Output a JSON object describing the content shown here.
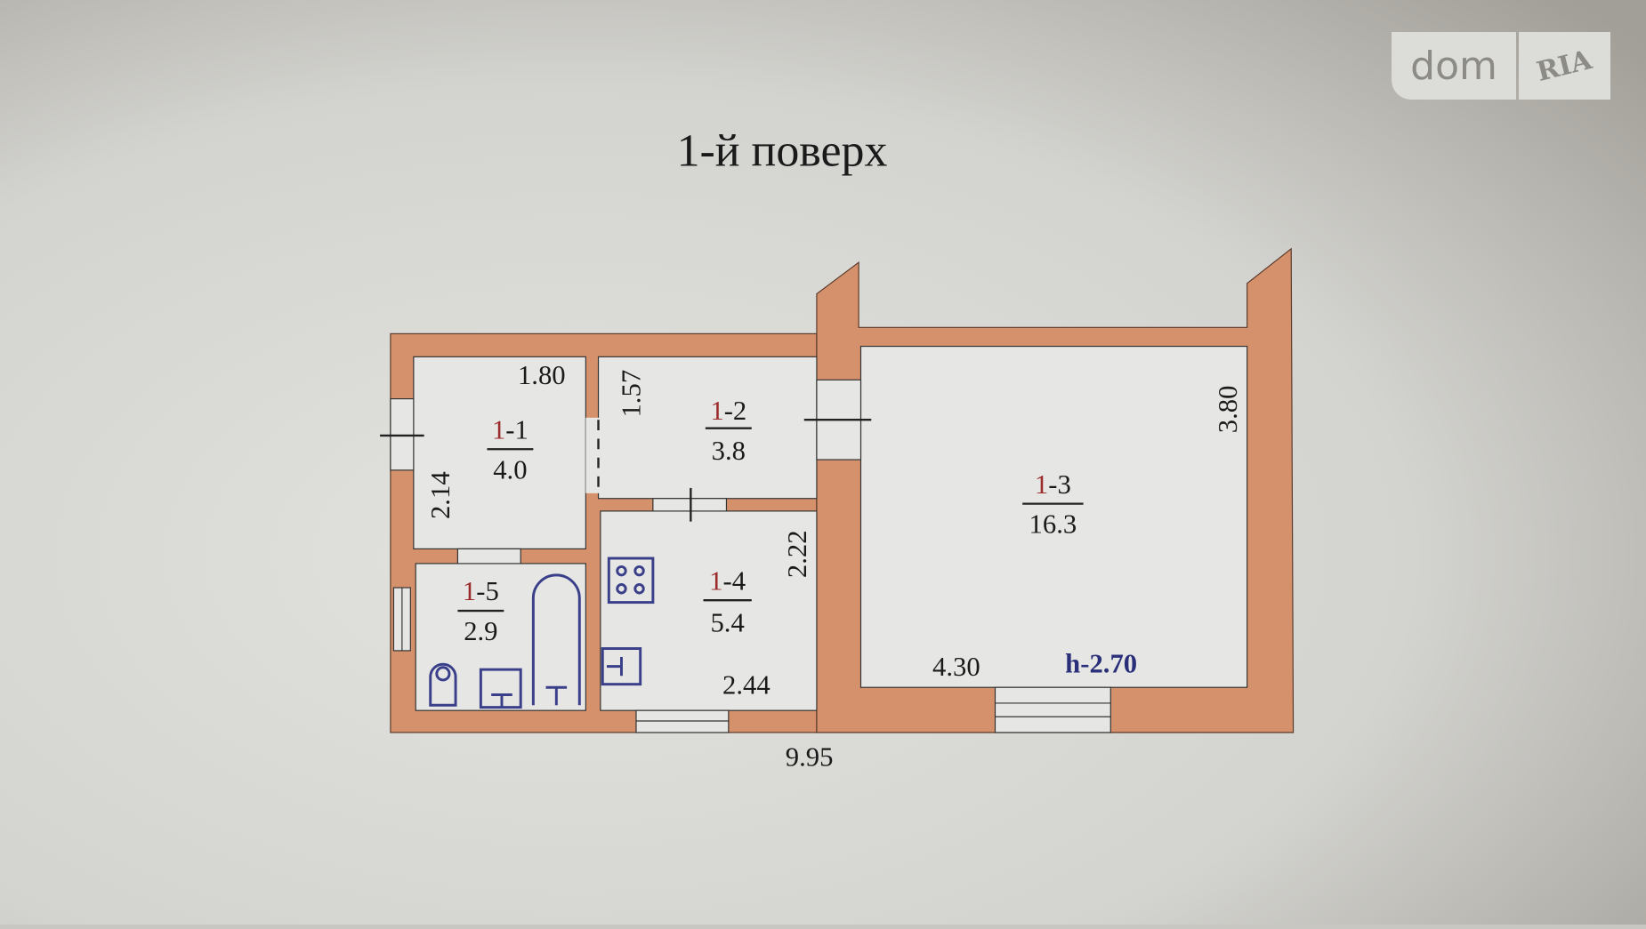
{
  "title": "1-й поверх",
  "logo": {
    "left": "dom",
    "right": "RIA"
  },
  "rooms": [
    {
      "prefix": "1",
      "suffix": "-1",
      "area": "4.0"
    },
    {
      "prefix": "1",
      "suffix": "-2",
      "area": "3.8"
    },
    {
      "prefix": "1",
      "suffix": "-3",
      "area": "16.3"
    },
    {
      "prefix": "1",
      "suffix": "-4",
      "area": "5.4"
    },
    {
      "prefix": "1",
      "suffix": "-5",
      "area": "2.9"
    }
  ],
  "dimensions": {
    "d180": "1.80",
    "d157": "1.57",
    "d214": "2.14",
    "d222": "2.22",
    "d244": "2.44",
    "d380": "3.80",
    "d430": "4.30",
    "d995": "9.95"
  },
  "height_label": "h-2.70",
  "colors": {
    "wall": "#d4916c",
    "room": "#e6e6e4",
    "prefix": "#9b2b2b",
    "fixture": "#3a3f8a",
    "height": "#2a2f7a"
  }
}
